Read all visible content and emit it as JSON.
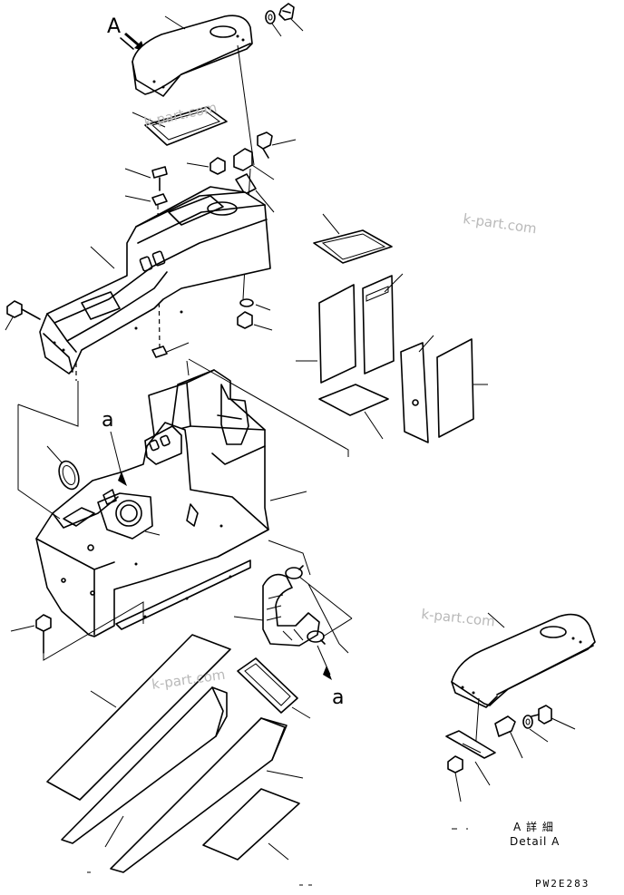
{
  "callouts": {
    "view_label": "A",
    "connector_label_upper": "a",
    "connector_label_lower": "a"
  },
  "watermarks": [
    "k-part.com",
    "k-part.com",
    "k-part.com",
    "k-part.com"
  ],
  "detail": {
    "title_jp": "A 詳 細",
    "title_en": "Detail A"
  },
  "drawing_code": "PW2E283",
  "icons": {
    "view_direction": "view-direction-arrow-icon"
  }
}
